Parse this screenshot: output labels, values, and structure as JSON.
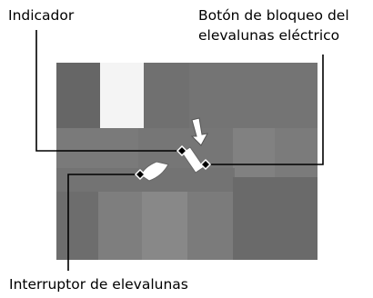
{
  "labels": {
    "indicator": "Indicador",
    "lock_button_line1": "Botón de bloqueo del",
    "lock_button_line2": "elevalunas eléctrico",
    "window_switch": "Interruptor de elevalunas"
  },
  "colors": {
    "panel_base": "#6e6e6e",
    "panel_light": "#8a8a8a",
    "highlight": "#f5f5f5",
    "switch_fill": "#ffffff",
    "leader_line": "#000000"
  }
}
